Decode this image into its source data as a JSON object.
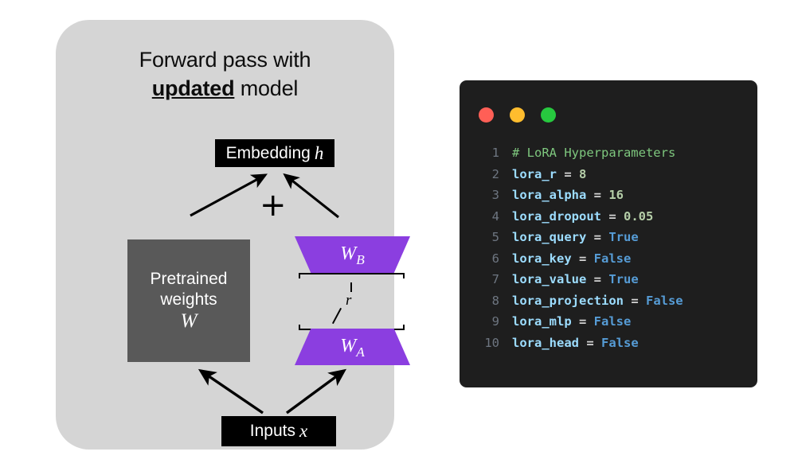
{
  "diagram": {
    "title_line1": "Forward pass with",
    "title_emphasis": "updated",
    "title_line3": "model",
    "embedding_label": "Embedding",
    "embedding_var": "h",
    "inputs_label": "Inputs",
    "inputs_var": "x",
    "pretrained_line1": "Pretrained",
    "pretrained_line2": "weights",
    "pretrained_var": "W",
    "wb_label": "W",
    "wb_sub": "B",
    "wa_label": "W",
    "wa_sub": "A",
    "rank_label": "r",
    "plus_label": "+",
    "colors": {
      "panel_background": "#d5d5d5",
      "pretrained_box": "#595959",
      "lora_purple": "#8b3ee0",
      "label_box": "#000000"
    }
  },
  "code_window": {
    "traffic_lights": [
      {
        "name": "close",
        "color": "#ff5f56"
      },
      {
        "name": "minimize",
        "color": "#ffbd2e"
      },
      {
        "name": "maximize",
        "color": "#27c93f"
      }
    ],
    "background": "#1e1e1e",
    "lines": [
      {
        "num": "1",
        "tokens": [
          {
            "t": "# LoRA Hyperparameters",
            "c": "comment"
          }
        ]
      },
      {
        "num": "2",
        "tokens": [
          {
            "t": "lora_r",
            "c": "name"
          },
          {
            "t": " = ",
            "c": "op"
          },
          {
            "t": "8",
            "c": "num"
          }
        ]
      },
      {
        "num": "3",
        "tokens": [
          {
            "t": "lora_alpha",
            "c": "name"
          },
          {
            "t": " = ",
            "c": "op"
          },
          {
            "t": "16",
            "c": "num"
          }
        ]
      },
      {
        "num": "4",
        "tokens": [
          {
            "t": "lora_dropout",
            "c": "name"
          },
          {
            "t": " = ",
            "c": "op"
          },
          {
            "t": "0.05",
            "c": "num"
          }
        ]
      },
      {
        "num": "5",
        "tokens": [
          {
            "t": "lora_query",
            "c": "name"
          },
          {
            "t": " = ",
            "c": "op"
          },
          {
            "t": "True",
            "c": "kw"
          }
        ]
      },
      {
        "num": "6",
        "tokens": [
          {
            "t": "lora_key",
            "c": "name"
          },
          {
            "t": " = ",
            "c": "op"
          },
          {
            "t": "False",
            "c": "kw"
          }
        ]
      },
      {
        "num": "7",
        "tokens": [
          {
            "t": "lora_value",
            "c": "name"
          },
          {
            "t": " = ",
            "c": "op"
          },
          {
            "t": "True",
            "c": "kw"
          }
        ]
      },
      {
        "num": "8",
        "tokens": [
          {
            "t": "lora_projection",
            "c": "name"
          },
          {
            "t": " = ",
            "c": "op"
          },
          {
            "t": "False",
            "c": "kw"
          }
        ]
      },
      {
        "num": "9",
        "tokens": [
          {
            "t": "lora_mlp",
            "c": "name"
          },
          {
            "t": " = ",
            "c": "op"
          },
          {
            "t": "False",
            "c": "kw"
          }
        ]
      },
      {
        "num": "10",
        "tokens": [
          {
            "t": "lora_head",
            "c": "name"
          },
          {
            "t": " = ",
            "c": "op"
          },
          {
            "t": "False",
            "c": "kw"
          }
        ]
      }
    ],
    "syntax_colors": {
      "comment": "#7ec77e",
      "name": "#9cdcfe",
      "operator": "#d4d4d4",
      "number": "#b5cea8",
      "keyword": "#569cd6",
      "line_number": "#6e7681"
    }
  }
}
